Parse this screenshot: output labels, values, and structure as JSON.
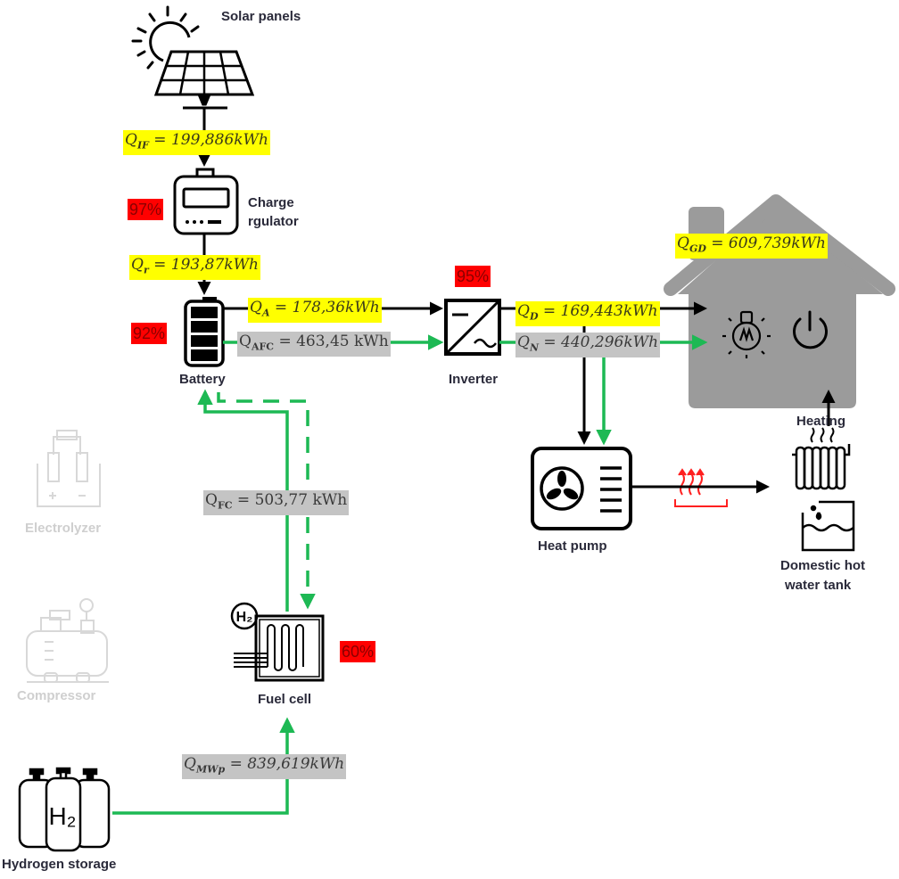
{
  "title": "Hydrogen-based solar energy system flow diagram",
  "components": {
    "solar_panels": "Solar panels",
    "charge_regulator_line1": "Charge",
    "charge_regulator_line2": "rgulator",
    "battery": "Battery",
    "inverter": "Inverter",
    "heat_pump": "Heat pump",
    "heating": "Heating",
    "hot_water_line1": "Domestic hot",
    "hot_water_line2": "water tank",
    "electrolyzer": "Electrolyzer",
    "compressor": "Compressor",
    "fuel_cell": "Fuel cell",
    "hydrogen_storage": "Hydrogen storage"
  },
  "efficiencies": {
    "charge_regulator": "97%",
    "battery": "92%",
    "inverter": "95%",
    "fuel_cell": "60%"
  },
  "flows": {
    "q_if": {
      "symbol": "Q",
      "sub": "IF",
      "value": " = 199,886kWh"
    },
    "q_r": {
      "symbol": "Q",
      "sub": "r",
      "value": " = 193,87kWh"
    },
    "q_a": {
      "symbol": "Q",
      "sub": "A",
      "value": " = 178,36kWh"
    },
    "q_afc": {
      "symbol": "Q",
      "sub": "AFC",
      "value": " = 463,45 kWh"
    },
    "q_d": {
      "symbol": "Q",
      "sub": "D",
      "value": " = 169,443kWh"
    },
    "q_n": {
      "symbol": "Q",
      "sub": "N",
      "value": " = 440,296kWh"
    },
    "q_gd": {
      "symbol": "Q",
      "sub": "GD",
      "value": " = 609,739kWh"
    },
    "q_fc": {
      "symbol": "Q",
      "sub": "FC",
      "value": " = 503,77 kWh"
    },
    "q_mwp": {
      "symbol": "Q",
      "sub": "MWp",
      "value": " = 839,619kWh"
    }
  },
  "colors": {
    "electric_flow": "#000000",
    "hydrogen_flow": "#1db954",
    "highlight_yellow": "#ffff00",
    "highlight_gray": "#c4c4c4",
    "efficiency_red": "#ff0000",
    "house": "#9b9b9b",
    "heat": "#ff2020"
  }
}
